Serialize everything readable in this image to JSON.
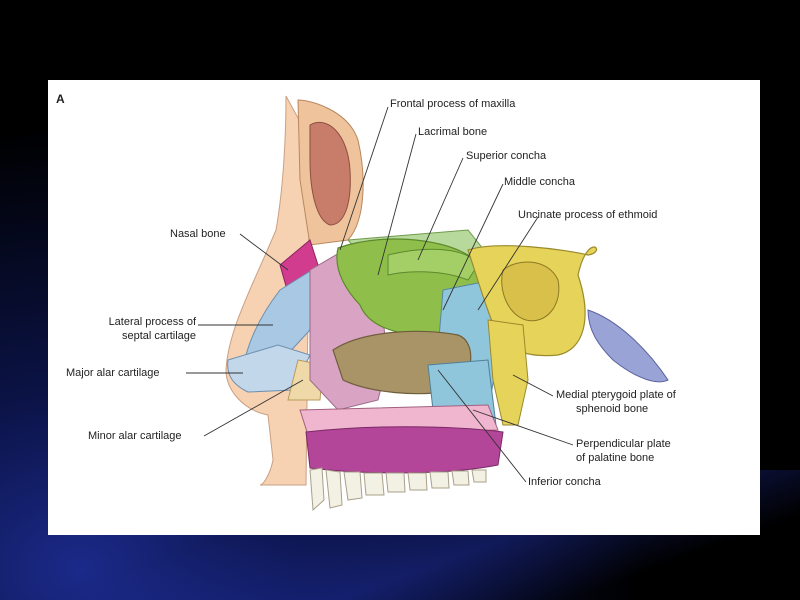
{
  "figure": {
    "panel_letter": "A",
    "labels": {
      "frontal_process": "Frontal process of maxilla",
      "lacrimal_bone": "Lacrimal bone",
      "superior_concha": "Superior concha",
      "middle_concha": "Middle concha",
      "uncinate_process": "Uncinate process of ethmoid",
      "nasal_bone": "Nasal bone",
      "lateral_process_1": "Lateral process of",
      "lateral_process_2": "septal cartilage",
      "major_alar": "Major alar cartilage",
      "minor_alar": "Minor alar cartilage",
      "medial_pterygoid_1": "Medial pterygoid plate of",
      "medial_pterygoid_2": "sphenoid bone",
      "perpendicular_plate_1": "Perpendicular plate",
      "perpendicular_plate_2": "of palatine bone",
      "inferior_concha": "Inferior concha"
    }
  },
  "colors": {
    "slide_background": "#000000",
    "slide_glow": "#1b2a8a",
    "skin": "#f6d2b2",
    "nasal_bone": "#d23c8f",
    "lateral_cartilage": "#a9c8e3",
    "alar_cartilage": "#c3d7ea",
    "minor_alar": "#f0d9a8",
    "maxilla": "#d9a3c4",
    "lacrimal": "#b7d99c",
    "concha_green": "#8fbf4a",
    "inferior_concha": "#a99468",
    "palatine": "#8fc6dc",
    "sphenoid": "#e6d35a",
    "pterygoid": "#9aa3d6",
    "palate": "#b4469a",
    "teeth": "#f3f0e4"
  }
}
